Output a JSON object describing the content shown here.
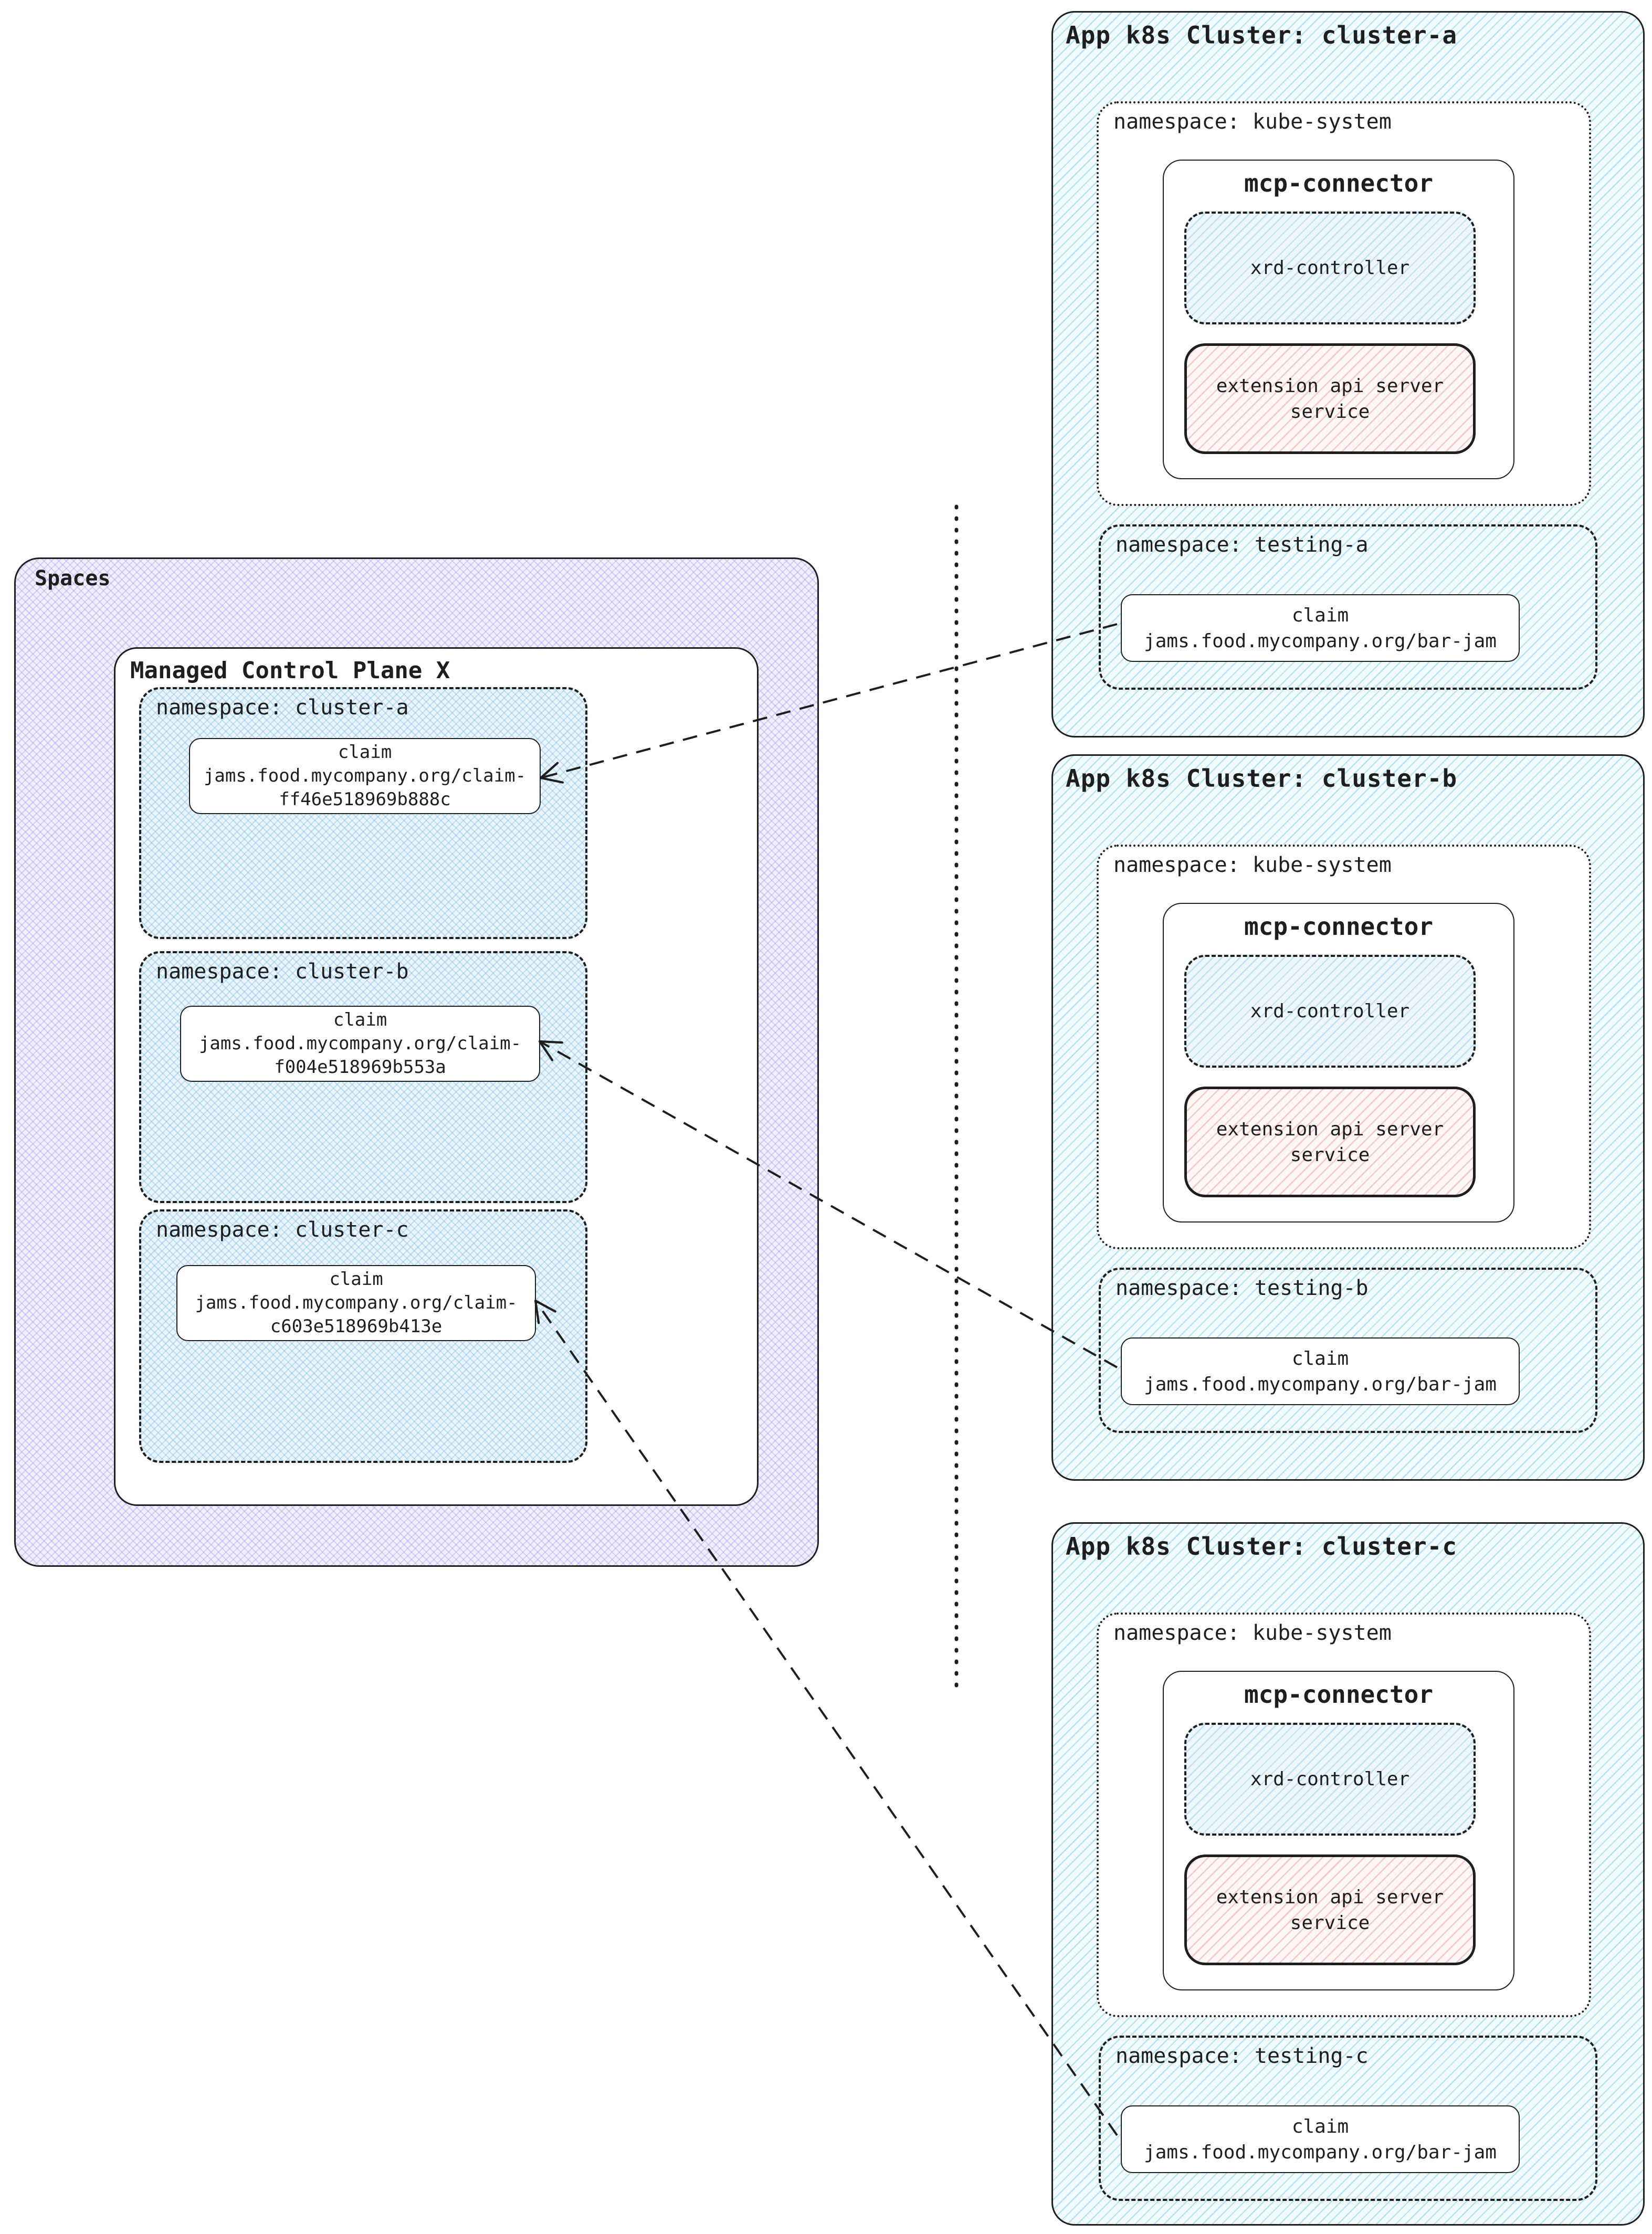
{
  "spaces": {
    "label": "Spaces",
    "mcp_title": "Managed Control Plane X",
    "namespaces": [
      {
        "label": "namespace: cluster-a",
        "claim": [
          "claim",
          "jams.food.mycompany.org/claim-",
          "ff46e518969b888c"
        ]
      },
      {
        "label": "namespace: cluster-b",
        "claim": [
          "claim",
          "jams.food.mycompany.org/claim-",
          "f004e518969b553a"
        ]
      },
      {
        "label": "namespace: cluster-c",
        "claim": [
          "claim",
          "jams.food.mycompany.org/claim-",
          "c603e518969b413e"
        ]
      }
    ]
  },
  "clusters": [
    {
      "title": "App k8s Cluster: cluster-a",
      "kube_namespace": "namespace: kube-system",
      "mcp_connector": "mcp-connector",
      "xrd_controller": "xrd-controller",
      "extension_service": [
        "extension api server",
        "service"
      ],
      "testing_namespace": "namespace: testing-a",
      "claim": [
        "claim",
        "jams.food.mycompany.org/bar-jam"
      ]
    },
    {
      "title": "App k8s Cluster: cluster-b",
      "kube_namespace": "namespace: kube-system",
      "mcp_connector": "mcp-connector",
      "xrd_controller": "xrd-controller",
      "extension_service": [
        "extension api server",
        "service"
      ],
      "testing_namespace": "namespace: testing-b",
      "claim": [
        "claim",
        "jams.food.mycompany.org/bar-jam"
      ]
    },
    {
      "title": "App k8s Cluster: cluster-c",
      "kube_namespace": "namespace: kube-system",
      "mcp_connector": "mcp-connector",
      "xrd_controller": "xrd-controller",
      "extension_service": [
        "extension api server",
        "service"
      ],
      "testing_namespace": "namespace: testing-c",
      "claim": [
        "claim",
        "jams.food.mycompany.org/bar-jam"
      ]
    }
  ],
  "colors": {
    "ink": "#1e1e1e",
    "cluster_hatch": "#6fc7e8",
    "cluster_bg": "#f0fafd",
    "spaces_hatch": "#9780f0",
    "spaces_bg": "#f1eefe",
    "namespace_hatch": "#6eb4e6",
    "namespace_bg": "#e9f4fc",
    "extension_hatch": "#e99494",
    "extension_bg": "#fdf6f5"
  }
}
